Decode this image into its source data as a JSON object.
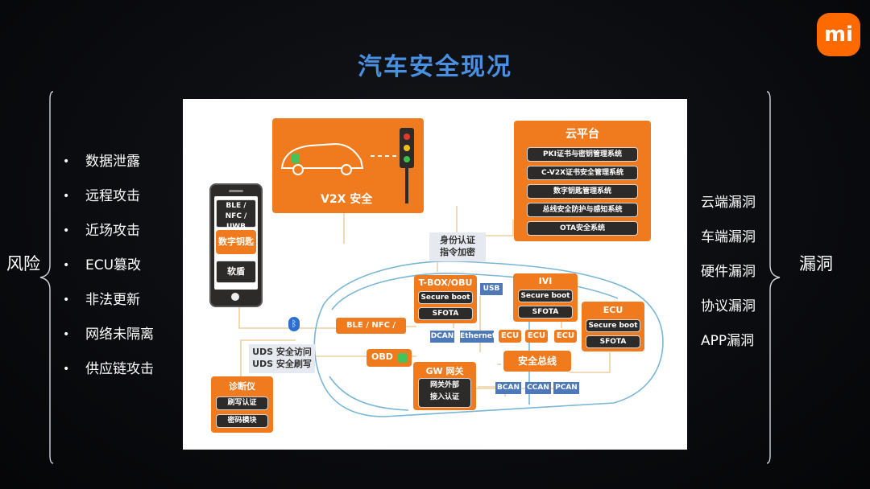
{
  "slide": {
    "title": "汽车安全现况",
    "logo_text": "mi",
    "left_label": "风险",
    "right_label": "漏洞"
  },
  "risks": [
    "数据泄露",
    "远程攻击",
    "近场攻击",
    "ECU篡改",
    "非法更新",
    "网络未隔离",
    "供应链攻击"
  ],
  "bullet_symbol": "•",
  "vulnerabilities": [
    "云端漏洞",
    "车端漏洞",
    "硬件漏洞",
    "协议漏洞",
    "APP漏洞"
  ],
  "diagram": {
    "v2x_label": "V2X 安全",
    "cloud": {
      "title": "云平台",
      "items": [
        "PKI证书与密钥管理系统",
        "C-V2X证书安全管理系统",
        "数字钥匙管理系统",
        "总线安全防护与感知系统",
        "OTA安全系统"
      ]
    },
    "auth_note": [
      "身份认证",
      "指令加密"
    ],
    "phone": {
      "items": [
        "BLE / NFC / UWB",
        "数字钥匙",
        "软盾"
      ]
    },
    "ble_label": "BLE / NFC / UWB",
    "bluetooth_icon": "bluetooth-icon",
    "tbox": {
      "title": "T-BOX/OBU",
      "items": [
        "Secure boot",
        "SFOTA"
      ]
    },
    "ivi": {
      "title": "IVI",
      "items": [
        "Secure boot",
        "SFOTA"
      ]
    },
    "ecu": {
      "title": "ECU",
      "items": [
        "Secure boot",
        "SFOTA"
      ]
    },
    "usb_label": "USB",
    "dcan_label": "DCAN",
    "ethernet_label": "Ethernet",
    "ecu_chips": [
      "ECU",
      "ECU",
      "ECU"
    ],
    "bus_label": "安全总线",
    "uds_note": [
      "UDS 安全访问",
      "UDS 安全刷写"
    ],
    "obd_label": "OBD",
    "gw": {
      "title": "GW 网关",
      "items": [
        "网关外部",
        "接入认证"
      ]
    },
    "can_labels": [
      "BCAN",
      "CCAN",
      "PCAN"
    ],
    "diag": {
      "title": "诊断仪",
      "items": [
        "刷写认证",
        "密码模块"
      ]
    }
  },
  "colors": {
    "accent_orange": "#f07b1e",
    "title_blue": "#4a90e2",
    "tag_blue": "#4e79b8",
    "dark_block": "#2d2b2a",
    "car_outline": "#7ab6d6"
  }
}
